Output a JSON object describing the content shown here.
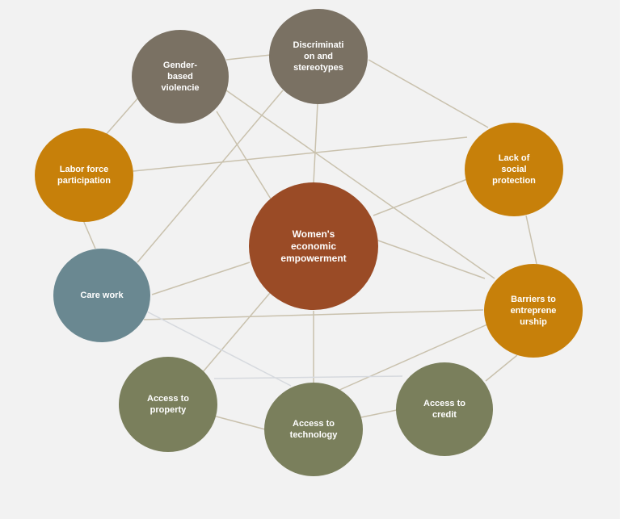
{
  "colors": {
    "background": "#f2f2f2",
    "edge": "#c9c1ad",
    "edge_light": "#d6d9de",
    "gray": "#7a7163",
    "orange": "#c7800a",
    "center": "#9a4b26",
    "blue": "#6a8891",
    "green": "#7a7f5c"
  },
  "nodes": {
    "discrimination": {
      "label": "Discriminati\non and\nstereotypes"
    },
    "gbv": {
      "label": "Gender-\nbased\nviolencie"
    },
    "labor": {
      "label": "Labor force\nparticipation"
    },
    "social_protection": {
      "label": "Lack of\nsocial\nprotection"
    },
    "center": {
      "label": "Women's\neconomic\nempowerment"
    },
    "care_work": {
      "label": "Care work"
    },
    "entrepreneurship": {
      "label": "Barriers to\nentreprene\nurship"
    },
    "property": {
      "label": "Access to\nproperty"
    },
    "technology": {
      "label": "Access to\ntechnology"
    },
    "credit": {
      "label": "Access to\ncredit"
    }
  }
}
